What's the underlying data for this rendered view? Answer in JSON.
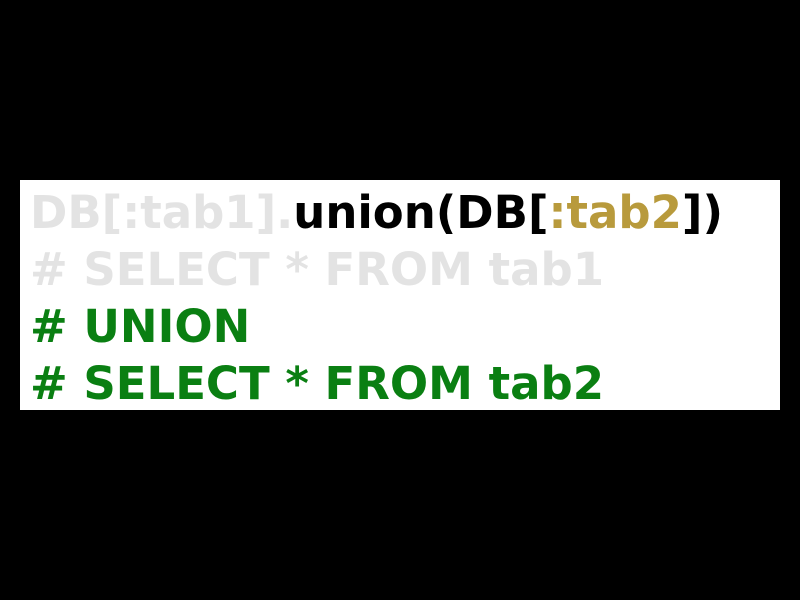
{
  "colors": {
    "background": "#000000",
    "panel": "#ffffff",
    "faded_text": "#e3e3e3",
    "plain_text": "#000000",
    "symbol_text": "#b89a3c",
    "comment_text": "#0a7f12"
  },
  "code": {
    "line1": {
      "receiver": "DB[:tab1].",
      "method": "union(DB[",
      "symbol": ":tab2",
      "close": "])"
    },
    "line2": "# SELECT * FROM tab1",
    "line3": "# UNION",
    "line4": "# SELECT * FROM tab2"
  }
}
